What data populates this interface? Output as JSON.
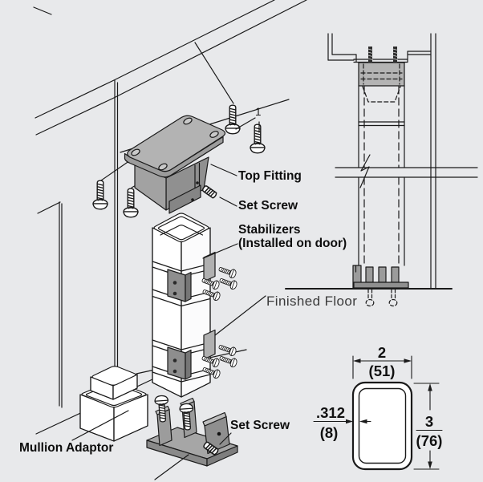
{
  "diagram": {
    "background_color": "#e8e9eb",
    "line_color": "#1a1a1a",
    "fitting_gray": "#b1b1b1",
    "dark_fitting_gray": "#9c9c9c",
    "callouts": {
      "screw_item": "1"
    },
    "exploded_view": {
      "top_fitting_label": "Top Fitting",
      "set_screw_upper_label": "Set Screw",
      "stabilizers_label_line1": "Stabilizers",
      "stabilizers_label_line2": "(Installed on door)",
      "mullion_adaptor_label": "Mullion Adaptor",
      "set_screw_lower_label": "Set Screw"
    },
    "section_view": {
      "finished_floor_label": "Finished Floor"
    },
    "cross_section_detail": {
      "width_inches": "2",
      "width_mm": "(51)",
      "depth_inches": "3",
      "depth_mm": "(76)",
      "wall_thickness_inches": ".312",
      "wall_thickness_mm": "(8)"
    }
  }
}
